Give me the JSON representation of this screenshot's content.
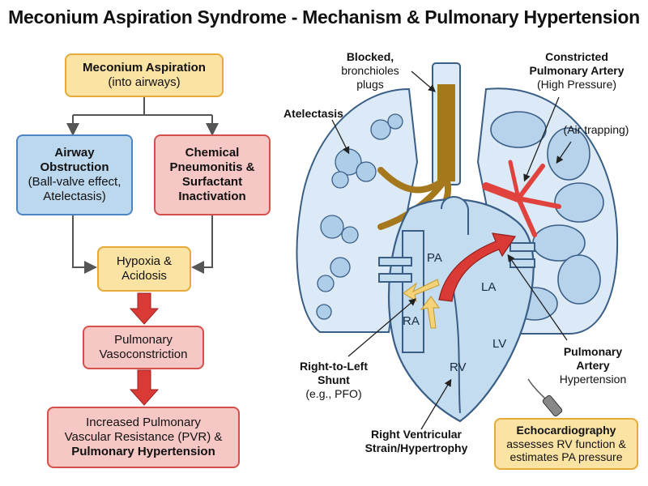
{
  "title": "Meconium Aspiration Syndrome - Mechanism & Pulmonary Hypertension",
  "flow": {
    "aspiration": {
      "title": "Meconium Aspiration",
      "sub": "(into airways)"
    },
    "obstruction": {
      "title1": "Airway",
      "title2": "Obstruction",
      "sub1": "(Ball-valve effect,",
      "sub2": "Atelectasis)"
    },
    "pneumonitis": {
      "line1": "Chemical",
      "line2": "Pneumonitis &",
      "line3": "Surfactant",
      "line4": "Inactivation"
    },
    "hypoxia": {
      "line1": "Hypoxia &",
      "line2": "Acidosis"
    },
    "vasoconstriction": {
      "line1": "Pulmonary",
      "line2": "Vasoconstriction"
    },
    "pvr": {
      "line1": "Increased Pulmonary",
      "line2": "Vascular Resistance (PVR) &",
      "line3": "Pulmonary Hypertension"
    }
  },
  "labels": {
    "blocked": {
      "bold": "Blocked,",
      "l2": "bronchioles",
      "l3": "plugs"
    },
    "constricted": {
      "l1": "Constricted",
      "l2": "Pulmonary Artery",
      "l3": "(High Pressure)"
    },
    "atelectasis": "Atelectasis",
    "air_trapping": "(Air trapping)",
    "shunt": {
      "l1": "Right-to-Left",
      "l2": "Shunt",
      "l3": "(e.g., PFO)"
    },
    "pa_hypertension": {
      "l1": "Pulmonary",
      "l2": "Artery",
      "l3": "Hypertension"
    },
    "rv_strain": {
      "l1": "Right Ventricular",
      "l2": "Strain/Hypertrophy"
    },
    "echo": {
      "title": "Echocardiography",
      "l1": "assesses RV function &",
      "l2": "estimates PA pressure"
    }
  },
  "heart": {
    "pa": "PA",
    "la": "LA",
    "ra": "RA",
    "lv": "LV",
    "rv": "RV"
  },
  "colors": {
    "yellow_fill": "#fbe3a3",
    "yellow_border": "#e6a93a",
    "blue_fill": "#bcd8ef",
    "blue_border": "#4a86c4",
    "red_fill": "#f7c7c5",
    "red_border": "#d4504c",
    "arrow_red": "#d93a35",
    "meconium": "#a5781e",
    "lung_fill": "#dbeaf6",
    "vessel_red": "#e0423e"
  }
}
